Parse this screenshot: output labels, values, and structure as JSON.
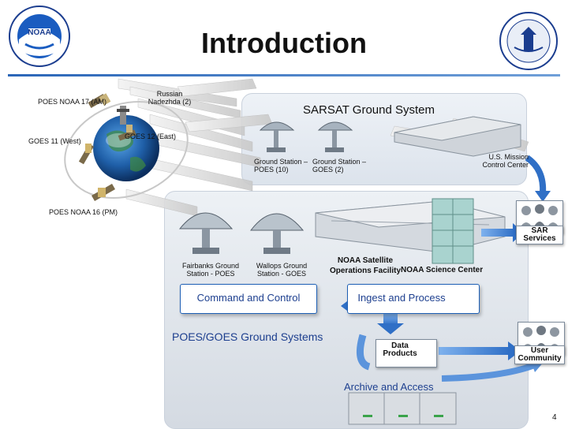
{
  "title": "Introduction",
  "page_number": "4",
  "satellites": {
    "poes17": "POES NOAA 17 (AM)",
    "russian": "Russian Nadezhda (2)",
    "goes11": "GOES 11 (West)",
    "goes12": "GOES 12 (East)",
    "poes16": "POES NOAA 16 (PM)"
  },
  "sarsat": {
    "title": "SARSAT Ground System",
    "gs_poes": "Ground Station – POES (10)",
    "gs_goes": "Ground Station – GOES (2)",
    "mission_control": "U.S. Mission Control Center"
  },
  "ground": {
    "fairbanks": "Fairbanks Ground Station - POES",
    "wallops": "Wallops Ground Station - GOES",
    "nsof": "NOAA Satellite Operations Facility",
    "science_center": "NOAA Science Center",
    "command_control": "Command and Control",
    "ingest_process": "Ingest and Process",
    "systems_title": "POES/GOES Ground Systems",
    "data_products": "Data Products",
    "archive": "Archive and Access"
  },
  "right": {
    "sar_services": "SAR Services",
    "user_community": "User Community"
  },
  "colors": {
    "accent_blue": "#1d5fb5",
    "arrow_blue": "#4a86d6",
    "title_rule": "#2b66b8"
  }
}
